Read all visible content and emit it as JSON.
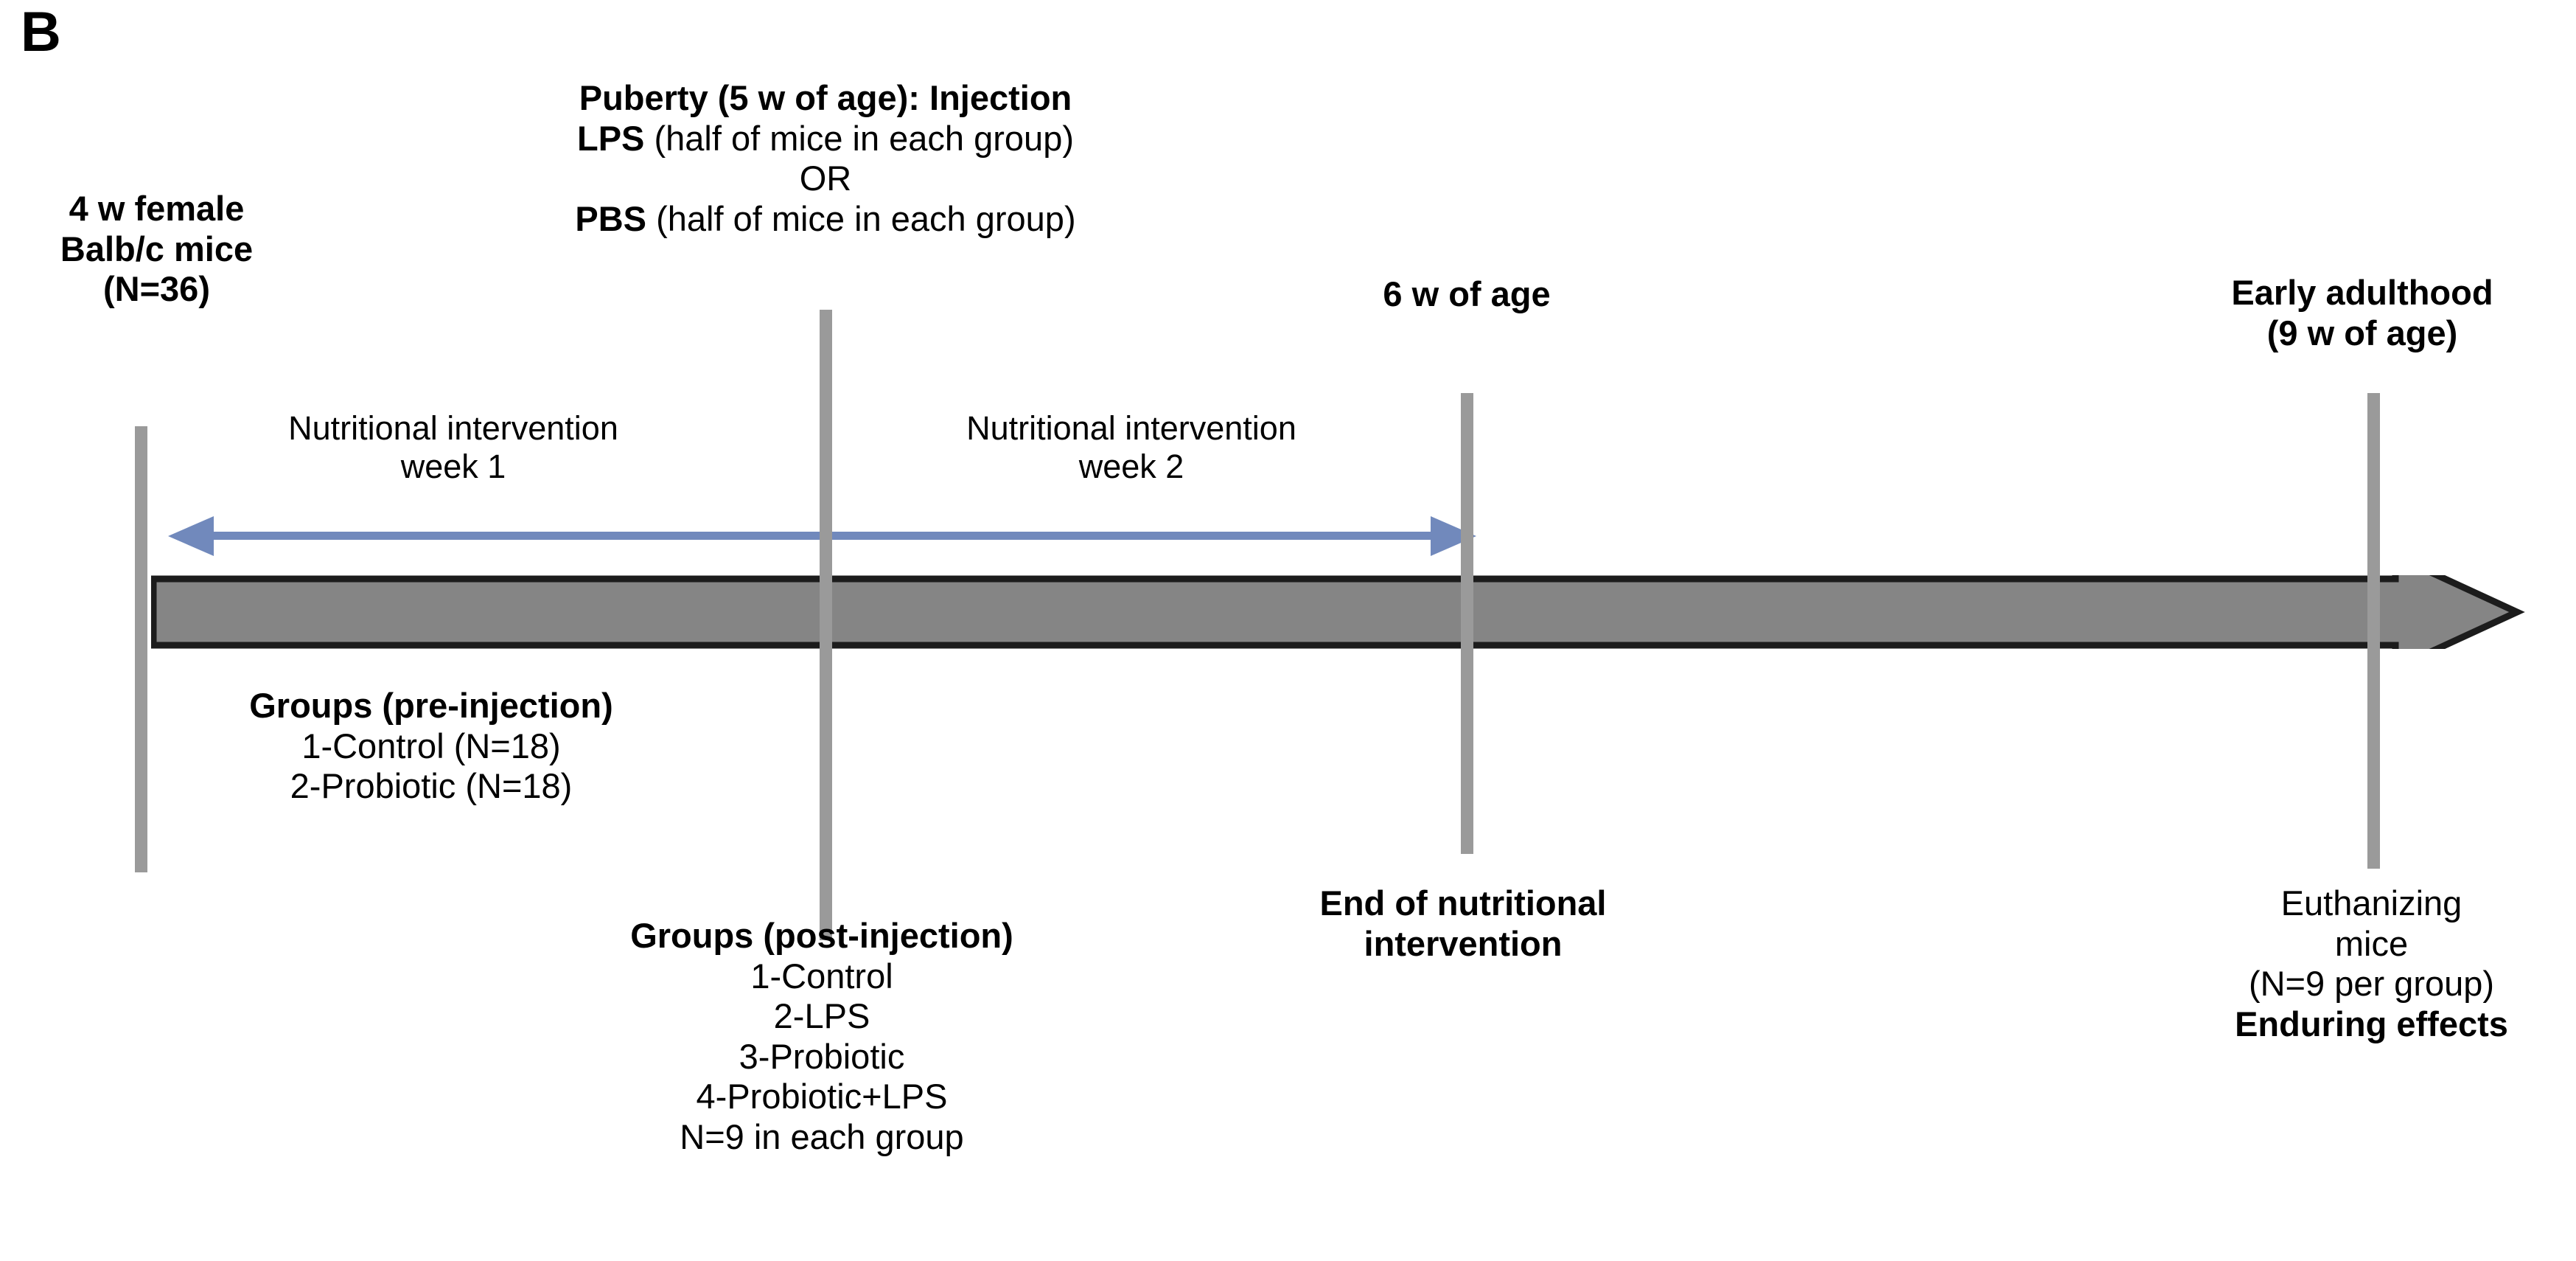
{
  "panel": {
    "letter": "B"
  },
  "colors": {
    "arrow_fill": "#858585",
    "arrow_stroke": "#1c1c1c",
    "tick_gray": "#9a9a9a",
    "span_arrow_blue": "#7189bc",
    "text": "#000000",
    "background": "#ffffff"
  },
  "timeline": {
    "main_arrow_name": "study-timeline-arrow",
    "ticks": [
      {
        "id": "tick-4w",
        "label_ref": "start"
      },
      {
        "id": "tick-5w",
        "label_ref": "puberty"
      },
      {
        "id": "tick-6w",
        "label_ref": "six_weeks"
      },
      {
        "id": "tick-9w",
        "label_ref": "early_adulthood"
      }
    ],
    "span_arrow": {
      "direction": "double",
      "covers": "nutritional intervention weeks 1-2"
    }
  },
  "above_labels": {
    "start": {
      "lines": [
        {
          "text": "4 w female",
          "bold": true
        },
        {
          "text": "Balb/c mice",
          "bold": true
        },
        {
          "text": "(N=36)",
          "bold": true
        }
      ]
    },
    "puberty": {
      "lines": [
        {
          "text": "Puberty (5 w of age): Injection",
          "bold": true
        },
        {
          "text": "LPS (half of mice in each group)",
          "bold": "mixed",
          "bold_prefix": "LPS",
          "rest": " (half of mice in each group)"
        },
        {
          "text": "OR",
          "bold": false
        },
        {
          "text": "PBS (half of mice in each group)",
          "bold": "mixed",
          "bold_prefix": "PBS",
          "rest": " (half of mice in each group)"
        }
      ]
    },
    "six_weeks": {
      "lines": [
        {
          "text": "6 w of age",
          "bold": true
        }
      ]
    },
    "early_adulthood": {
      "lines": [
        {
          "text": "Early adulthood",
          "bold": true
        },
        {
          "text": "(9 w of age)",
          "bold": true
        }
      ]
    }
  },
  "interval_labels": {
    "week1": {
      "line1": "Nutritional intervention",
      "line2": "week 1"
    },
    "week2": {
      "line1": "Nutritional intervention",
      "line2": "week 2"
    }
  },
  "below_labels": {
    "pre_injection": {
      "title": "Groups (pre-injection)",
      "items": [
        "1-Control    (N=18)",
        "2-Probiotic (N=18)"
      ]
    },
    "post_injection": {
      "title": "Groups (post-injection)",
      "items": [
        "1-Control",
        "2-LPS",
        "3-Probiotic",
        "4-Probiotic+LPS"
      ],
      "footer": "N=9 in each group"
    },
    "end_intervention": {
      "line1": "End of nutritional",
      "line2": "intervention"
    },
    "euthanize": {
      "line1": "Euthanizing",
      "line2": "mice",
      "line3": "(N=9 per group)",
      "line4": "Enduring effects"
    }
  }
}
